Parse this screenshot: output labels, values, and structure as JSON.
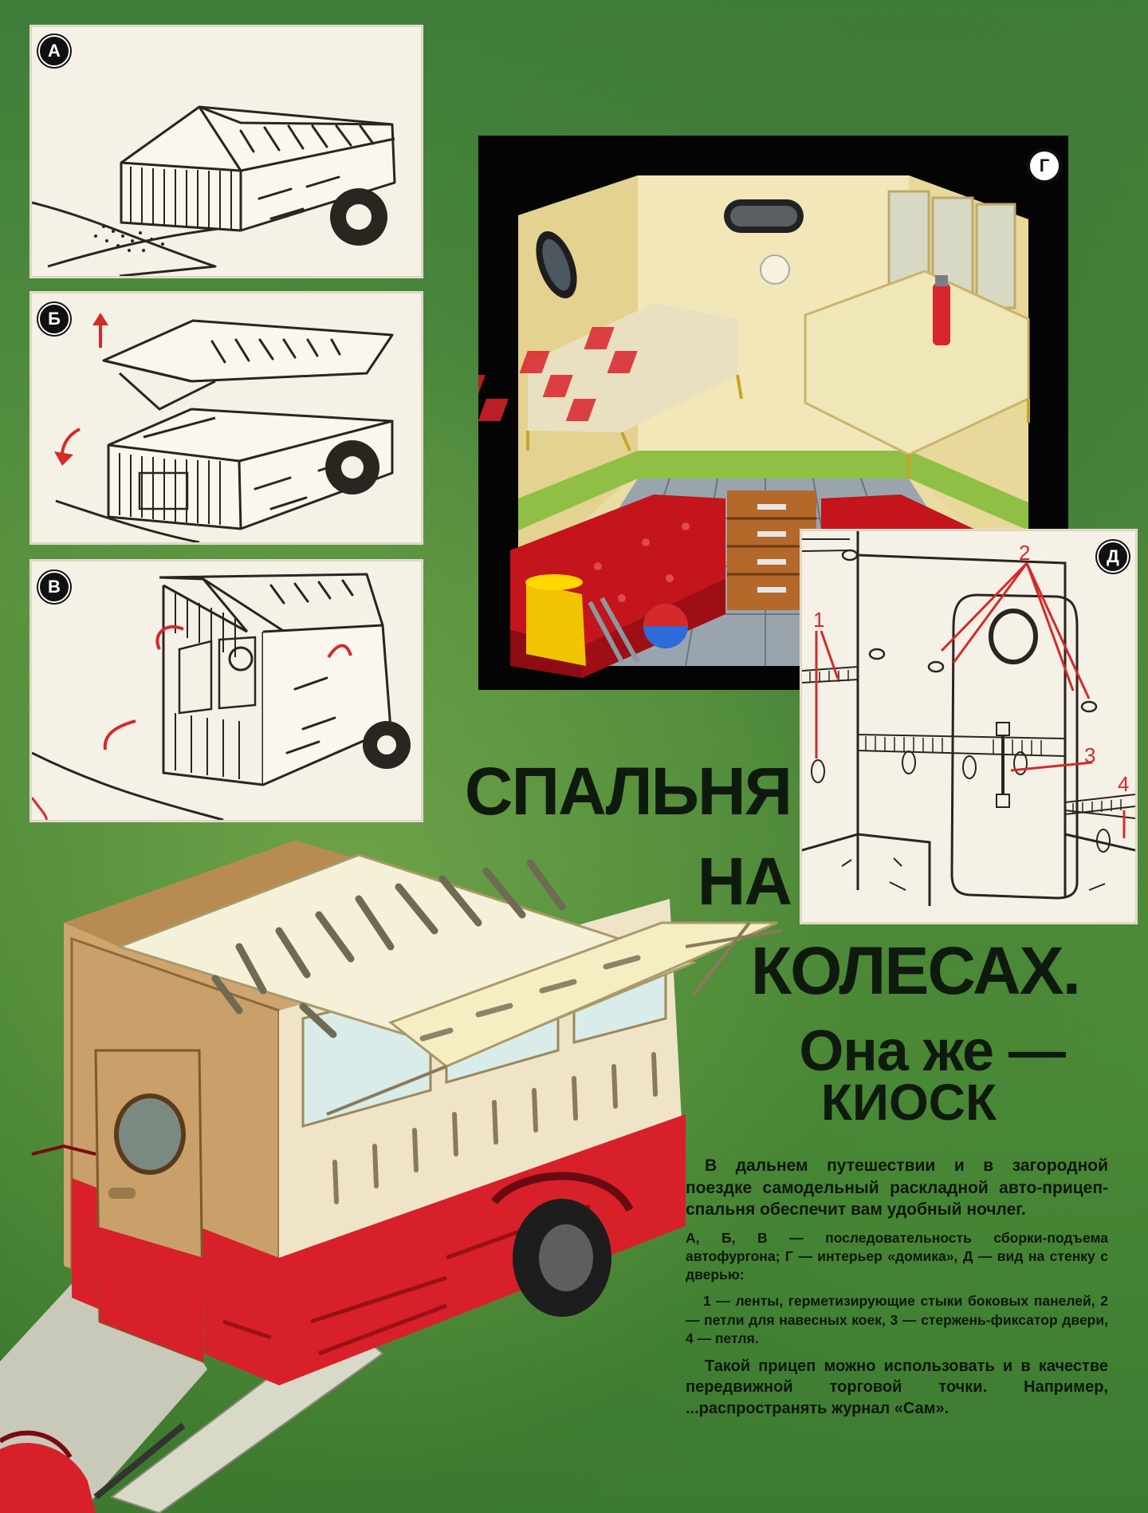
{
  "panels": {
    "a": {
      "label": "А"
    },
    "b": {
      "label": "Б"
    },
    "v": {
      "label": "В"
    },
    "g": {
      "label": "Г"
    },
    "d": {
      "label": "Д",
      "callouts": [
        "1",
        "2",
        "3",
        "4"
      ]
    }
  },
  "headline": {
    "line1": "СПАЛЬНЯ",
    "line2": "НА",
    "line3": "КОЛЕСАХ.",
    "sub1": "Она же —",
    "sub2": "киоск"
  },
  "article": {
    "lead": "В дальнем путешествии и в загородной поездке самодельный раскладной авто-прицеп-спальня обеспечит вам удобный ночлег.",
    "caption": "А, Б, В — последовательность сборки-подъема автофургона; Г — интерьер «домика», Д — вид на стенку с дверью:",
    "legend": "1 — ленты, герметизирующие стыки боковых панелей, 2 — петли для навесных коек, 3 — стержень-фиксатор двери, 4 — петля.",
    "closing": "Такой прицеп можно использовать и в качестве передвижной торговой точки. Например, ...распространять журнал «Сам»."
  },
  "colors": {
    "background": "#4f8a3a",
    "ink": "#0f1a0e",
    "trailer_red": "#d8202a",
    "trailer_tan": "#c9a06a",
    "cushion_red": "#c4141c",
    "callout_red": "#d42a2a"
  }
}
